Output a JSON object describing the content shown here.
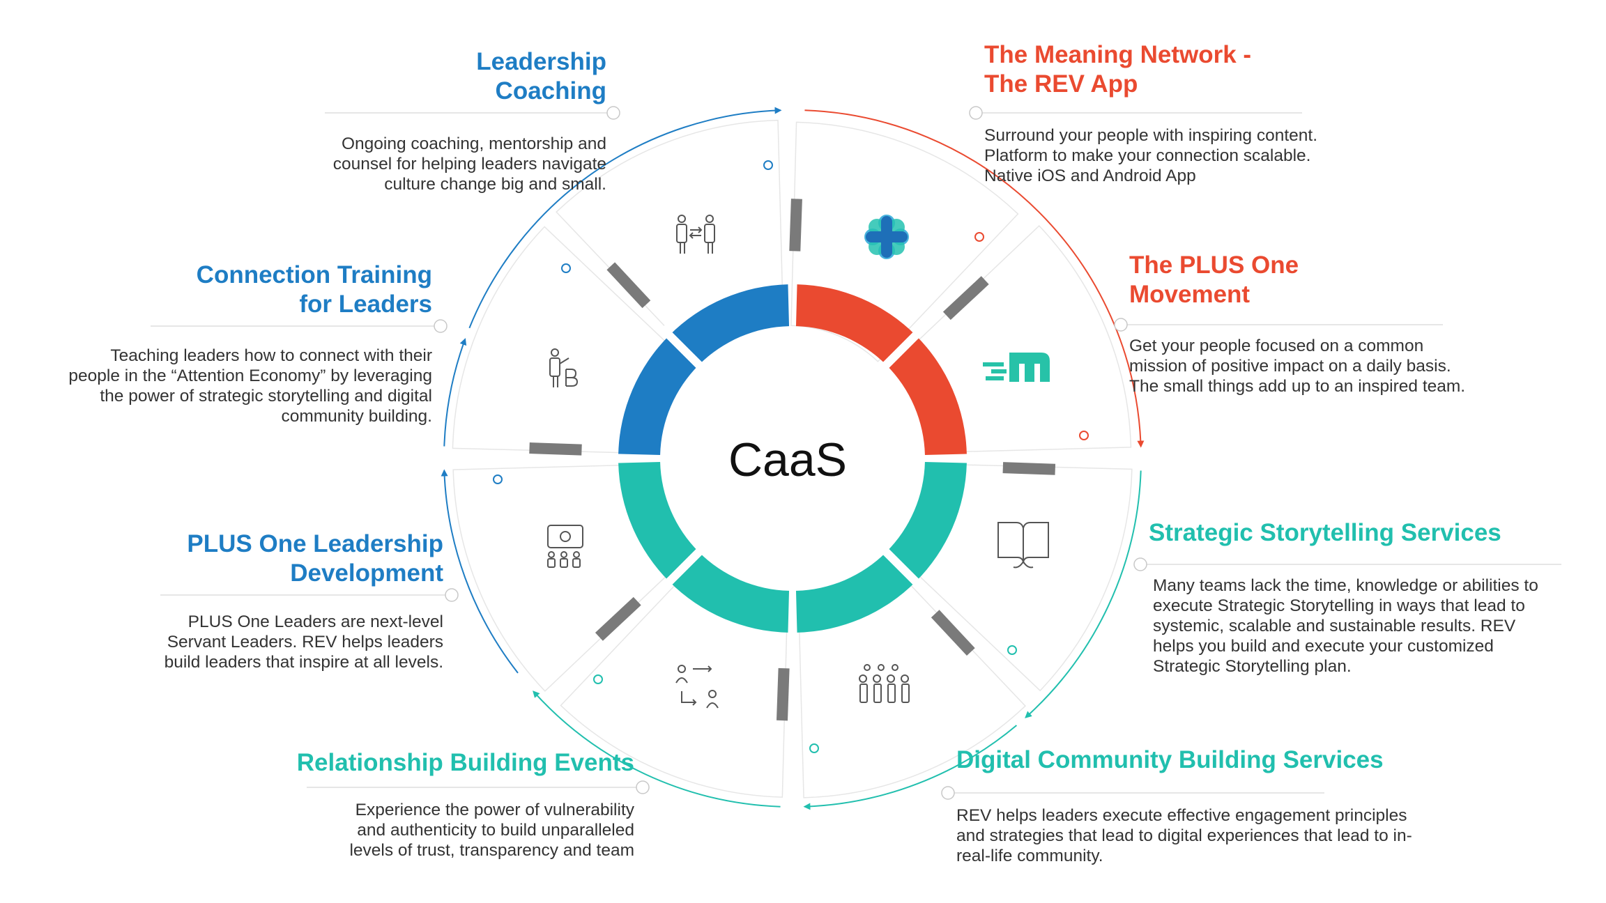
{
  "center_label": "CaaS",
  "colors": {
    "blue": "#1e7dc4",
    "red": "#ea4a30",
    "teal": "#21bfae",
    "grey_bar": "#7a7a7a",
    "icon": "#555555",
    "rule": "#dddddd"
  },
  "services": [
    {
      "title_lines": [
        "Leadership",
        "Coaching"
      ],
      "desc_lines": [
        "Ongoing coaching, mentorship and",
        "counsel for helping leaders navigate",
        "culture change big and small."
      ],
      "icon": "people-exchange-icon",
      "color": "blue"
    },
    {
      "title_lines": [
        "The Meaning Network -",
        "The REV App"
      ],
      "desc_lines": [
        "Surround your people with inspiring content.",
        "Platform to make your connection scalable.",
        "Native iOS and Android App"
      ],
      "icon": "rev-app-logo-icon",
      "color": "red"
    },
    {
      "title_lines": [
        "The PLUS One",
        "Movement"
      ],
      "desc_lines": [
        "Get your people focused on a common",
        "mission of positive impact on a daily basis.",
        "The small things add up to an inspired team."
      ],
      "icon": "plus-one-logo-icon",
      "color": "red"
    },
    {
      "title_lines": [
        "Strategic Storytelling Services"
      ],
      "desc_lines": [
        "Many teams lack the time, knowledge or abilities to",
        "execute Strategic Storytelling in ways that lead to",
        "systemic, scalable and sustainable results. REV",
        "helps you build and execute your customized",
        "Strategic Storytelling plan."
      ],
      "icon": "open-book-icon",
      "color": "teal"
    },
    {
      "title_lines": [
        "Digital Community Building Services"
      ],
      "desc_lines": [
        "REV helps leaders execute effective engagement principles",
        "and strategies that lead to digital experiences that lead to in-",
        "real-life community."
      ],
      "icon": "community-group-icon",
      "color": "teal"
    },
    {
      "title_lines": [
        "Relationship Building Events"
      ],
      "desc_lines": [
        "Experience the power of vulnerability",
        "and authenticity to build unparalleled",
        "levels of trust, transparency and team"
      ],
      "icon": "people-connect-icon",
      "color": "teal"
    },
    {
      "title_lines": [
        "PLUS One Leadership",
        "Development"
      ],
      "desc_lines": [
        "PLUS One Leaders are next-level",
        "Servant Leaders. REV helps leaders",
        "build leaders that inspire at all levels."
      ],
      "icon": "presentation-audience-icon",
      "color": "blue"
    },
    {
      "title_lines": [
        "Connection Training",
        "for Leaders"
      ],
      "desc_lines": [
        "Teaching leaders how to connect with their",
        "people in the “Attention Economy” by leveraging",
        "the power of strategic storytelling and digital",
        "community building."
      ],
      "icon": "presenter-icon",
      "color": "blue"
    }
  ]
}
